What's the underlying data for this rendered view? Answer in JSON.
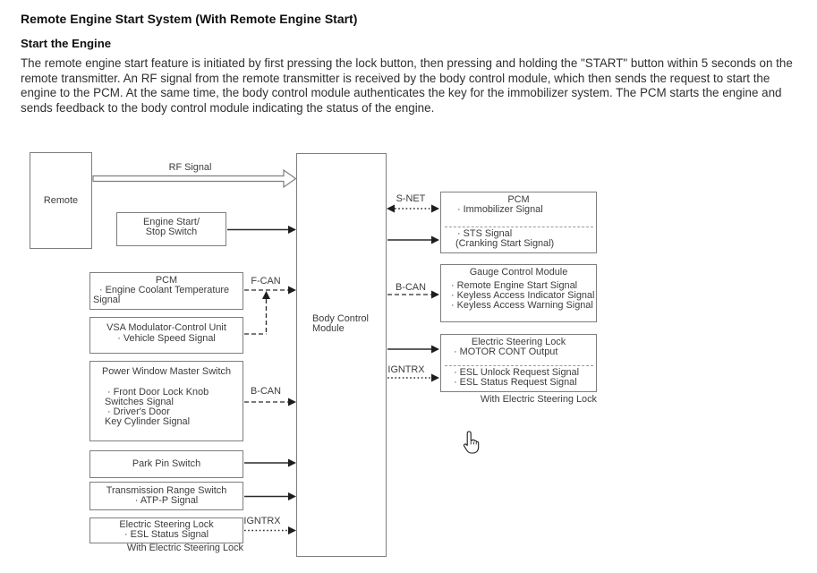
{
  "header": {
    "title": "Remote Engine Start System (With Remote Engine Start)",
    "subtitle": "Start the Engine",
    "paragraph": "The remote engine start feature is initiated by first pressing the lock button, then pressing and holding the \"START\" button within 5 seconds on the remote transmitter. An RF signal from the remote transmitter is received by the body control module, which then sends the request to start the engine to the PCM. At the same time, the body control module authenticates the key for the immobilizer system. The PCM starts the engine and sends feedback to the body control module indicating the status of the engine."
  },
  "diagram": {
    "boxes": {
      "remote": {
        "title": "Remote"
      },
      "engine_start_stop_switch": {
        "line1": "Engine Start/",
        "line2": "Stop Switch"
      },
      "pcm_inputs": {
        "title": "PCM",
        "bullet1": "· Engine Coolant Temperature",
        "bullet1_cont": "Signal"
      },
      "vsa": {
        "line1": "VSA Modulator-Control Unit",
        "line2": "· Vehicle Speed Signal"
      },
      "power_window": {
        "title": "Power Window Master Switch",
        "bullet1": "· Front Door Lock Knob",
        "bullet1_cont": "Switches Signal",
        "bullet2": "· Driver's Door",
        "bullet2_cont": "Key Cylinder Signal"
      },
      "park_pin": {
        "title": "Park Pin Switch"
      },
      "transmission_range": {
        "title": "Transmission Range Switch",
        "bullet1": "· ATP-P Signal"
      },
      "esl_input": {
        "title": "Electric Steering Lock",
        "bullet1": "· ESL Status Signal"
      },
      "body_control_module": {
        "line1": "Body Control",
        "line2": "Module"
      },
      "pcm_outputs": {
        "title": "PCM",
        "bullet1": "· Immobilizer Signal",
        "bullet2": "· STS Signal",
        "bullet2_cont": "(Cranking Start Signal)"
      },
      "gauge_control": {
        "title": "Gauge Control Module",
        "bullet1": "· Remote Engine Start Signal",
        "bullet2": "· Keyless Access Indicator Signal",
        "bullet3": "· Keyless Access Warning Signal"
      },
      "esl_output": {
        "title": "Electric Steering Lock",
        "bullet1": "· MOTOR CONT Output",
        "bullet2": "· ESL Unlock Request Signal",
        "bullet3": "· ESL Status Request Signal"
      }
    },
    "signal_labels": {
      "rf": "RF Signal",
      "s_net": "S-NET",
      "f_can": "F-CAN",
      "b_can_in": "B-CAN",
      "b_can_out": "B-CAN",
      "igntrx_in": "IGNTRX",
      "igntrx_out": "IGNTRX"
    },
    "captions": {
      "esl_input_note": "With Electric Steering Lock",
      "esl_output_note": "With Electric Steering Lock"
    },
    "colors": {
      "box_border": "#7e7e7e",
      "arrow": "#2a2a2a",
      "text": "#3c3c3c"
    }
  }
}
